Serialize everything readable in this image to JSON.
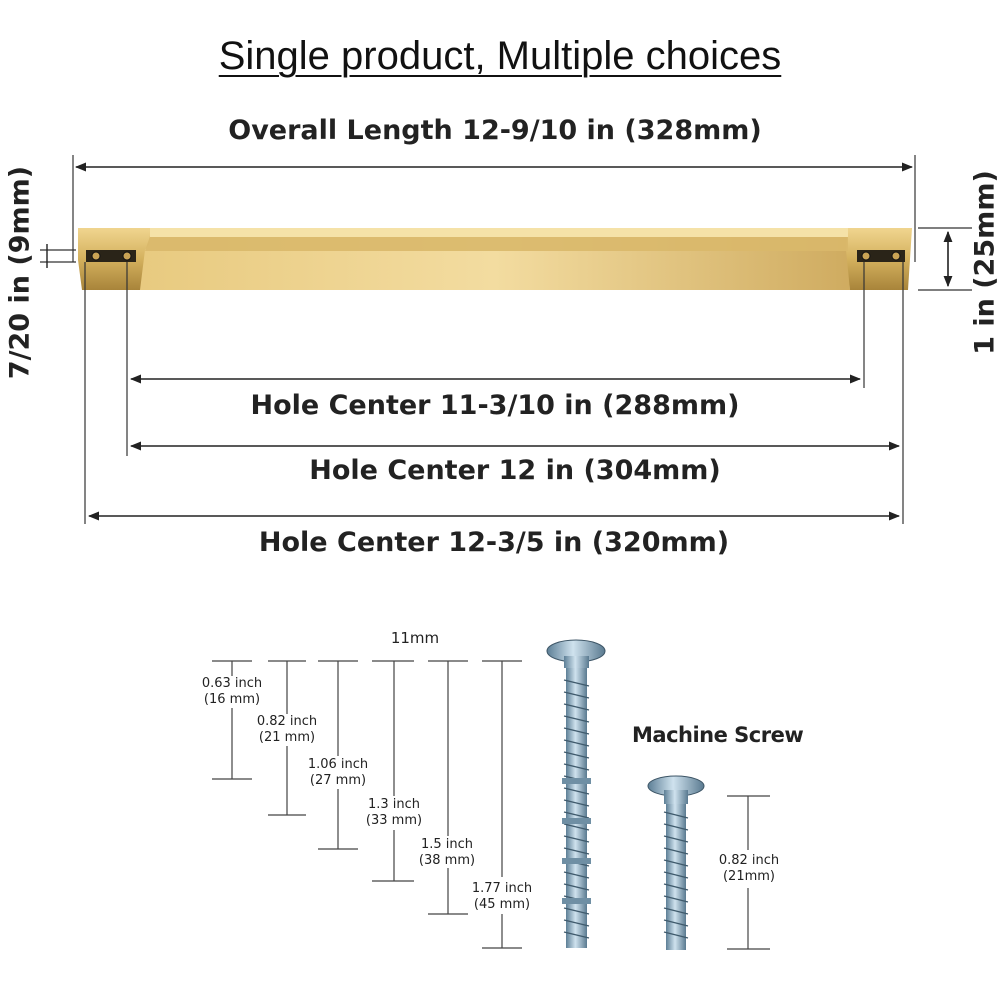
{
  "title": "Single product, Multiple choices",
  "handle": {
    "color": "#d4b15e",
    "overall_length": "Overall Length 12-9/10 in (328mm)",
    "thickness": "7/20 in (9mm)",
    "height": "1 in (25mm)",
    "hole_centers": [
      "Hole Center 11-3/10 in (288mm)",
      "Hole Center 12 in (304mm)",
      "Hole Center 12-3/5 in (320mm)"
    ]
  },
  "screws": {
    "head_width": "11mm",
    "lengths": [
      {
        "inch": "0.63 inch",
        "mm": "(16 mm)"
      },
      {
        "inch": "0.82 inch",
        "mm": "(21 mm)"
      },
      {
        "inch": "1.06 inch",
        "mm": "(27 mm)"
      },
      {
        "inch": "1.3 inch",
        "mm": "(33 mm)"
      },
      {
        "inch": "1.5 inch",
        "mm": "(38 mm)"
      },
      {
        "inch": "1.77 inch",
        "mm": "(45 mm)"
      }
    ],
    "machine_screw": {
      "name": "Machine Screw",
      "inch": "0.82 inch",
      "mm": "(21mm)"
    },
    "color": "#8fb3c8"
  }
}
